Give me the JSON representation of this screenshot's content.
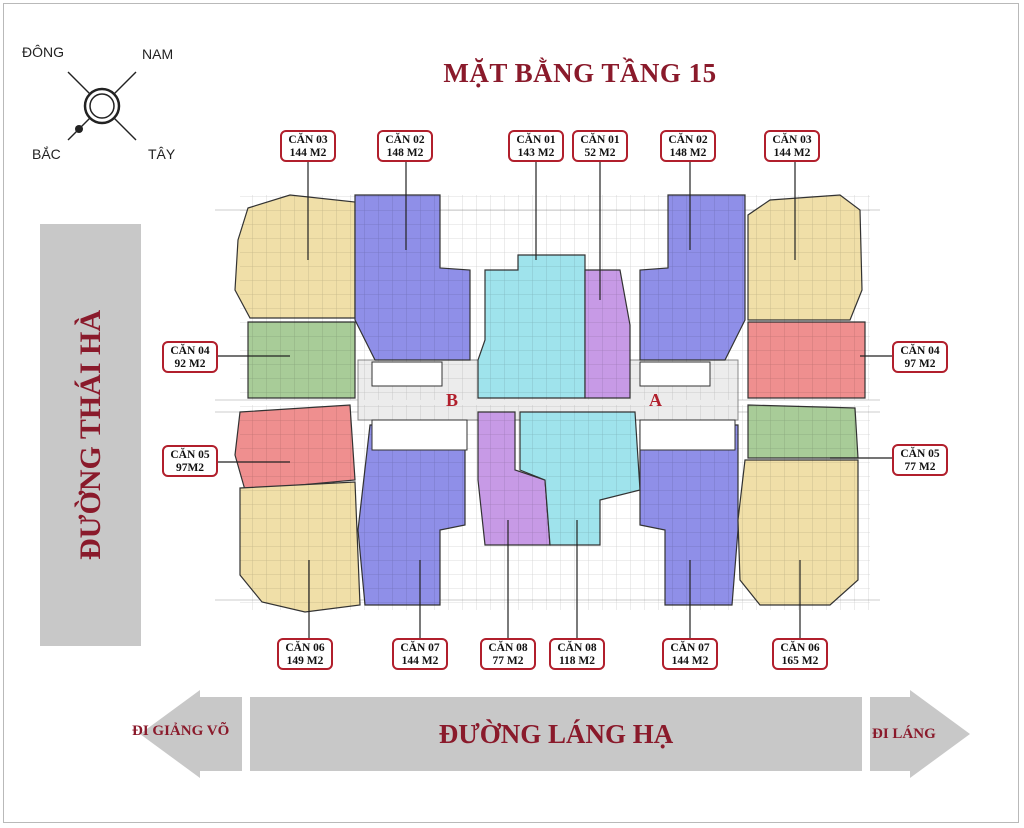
{
  "title": "MẶT BẰNG TẦNG 15",
  "compass": {
    "dong": "ĐÔNG",
    "nam": "NAM",
    "bac": "BẮC",
    "tay": "TÂY"
  },
  "roads": {
    "thai_ha": "ĐƯỜNG THÁI HÀ",
    "lang_ha": "ĐƯỜNG LÁNG HẠ",
    "left_direction": "ĐI GIẢNG VÕ",
    "right_direction": "ĐI LÁNG"
  },
  "wings": {
    "b": "B",
    "a": "A"
  },
  "units": [
    {
      "id": "b-can03-top",
      "name": "CĂN 03",
      "area": "144 M2"
    },
    {
      "id": "b-can02-top",
      "name": "CĂN 02",
      "area": "148 M2"
    },
    {
      "id": "can01-143",
      "name": "CĂN 01",
      "area": "143 M2"
    },
    {
      "id": "can01-52",
      "name": "CĂN 01",
      "area": "52 M2"
    },
    {
      "id": "a-can02-top",
      "name": "CĂN 02",
      "area": "148 M2"
    },
    {
      "id": "a-can03-top",
      "name": "CĂN 03",
      "area": "144 M2"
    },
    {
      "id": "b-can04",
      "name": "CĂN 04",
      "area": "92 M2"
    },
    {
      "id": "a-can04",
      "name": "CĂN 04",
      "area": "97 M2"
    },
    {
      "id": "b-can05",
      "name": "CĂN 05",
      "area": "97M2"
    },
    {
      "id": "a-can05",
      "name": "CĂN 05",
      "area": "77 M2"
    },
    {
      "id": "b-can06",
      "name": "CĂN 06",
      "area": "149 M2"
    },
    {
      "id": "b-can07",
      "name": "CĂN 07",
      "area": "144 M2"
    },
    {
      "id": "can08-77",
      "name": "CĂN 08",
      "area": "77 M2"
    },
    {
      "id": "can08-118",
      "name": "CĂN 08",
      "area": "118 M2"
    },
    {
      "id": "a-can07",
      "name": "CĂN 07",
      "area": "144 M2"
    },
    {
      "id": "a-can06",
      "name": "CĂN 06",
      "area": "165 M2"
    }
  ],
  "colors": {
    "accent": "#8a1a2b",
    "label_border": "#b11f2c",
    "road": "#c8c8c8",
    "can01": "#9fe3ec",
    "can02": "#8f8fe8",
    "can03": "#f0dfa8",
    "can04": "#a8cc98",
    "can05": "#ef8f8f",
    "can08": "#c79ae6"
  }
}
